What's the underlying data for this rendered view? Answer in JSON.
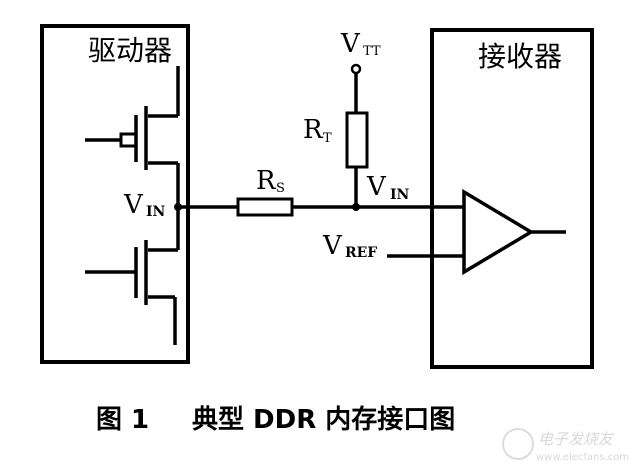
{
  "diagram": {
    "type": "circuit-schematic",
    "driver_block": {
      "label": "驱动器"
    },
    "receiver_block": {
      "label": "接收器"
    },
    "labels": {
      "vin_driver": {
        "main": "V",
        "sub": "IN"
      },
      "vin_receiver": {
        "main": "V",
        "sub": "IN"
      },
      "vtt": {
        "main": "V",
        "sub": "TT"
      },
      "vref": {
        "main": "V",
        "sub": "REF"
      },
      "rs": {
        "main": "R",
        "sub": "S"
      },
      "rt": {
        "main": "R",
        "sub": "T"
      }
    },
    "components": [
      "PMOS transistor (pull-up)",
      "NMOS transistor (pull-down)",
      "Series resistor RS",
      "Termination resistor RT to VTT",
      "Comparator / receiver amplifier"
    ]
  },
  "caption": {
    "figure": "图 1",
    "title": "典型 DDR 内存接口图"
  },
  "watermark": {
    "brand": "电子发烧友",
    "url": "www.elecfans.com"
  }
}
